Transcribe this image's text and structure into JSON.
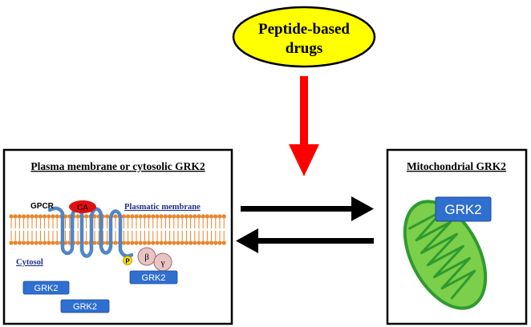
{
  "top_node": {
    "label_line1": "Peptide-based",
    "label_line2": "drugs",
    "fill": "#ffff00",
    "stroke": "#000000"
  },
  "left_panel": {
    "title": "Plasma membrane or cytosolic GRK2",
    "gpcr_label": "GPCR",
    "ca_label": "CA",
    "membrane_label": "Plasmatic membrane",
    "cytosol_label": "Cytosol",
    "phospho_label": "P",
    "beta_label": "β",
    "gamma_label": "γ",
    "grk2_labels": [
      "GRK2",
      "GRK2",
      "GRK2"
    ]
  },
  "right_panel": {
    "title": "Mitochondrial GRK2",
    "grk2_label": "GRK2"
  },
  "colors": {
    "drug_arrow": "#ff0000",
    "exchange_arrows": "#000000",
    "membrane_lipid": "#e8832a",
    "receptor": "#4f86c6",
    "grk2_box": "#2f6fd0",
    "mitochondrion_fill": "#7ccf4a",
    "mitochondrion_stroke": "#2f9a2f",
    "ca_fill": "#e01010",
    "g_protein_fill": "#e8c4c4",
    "phospho_fill": "#ffe600"
  }
}
